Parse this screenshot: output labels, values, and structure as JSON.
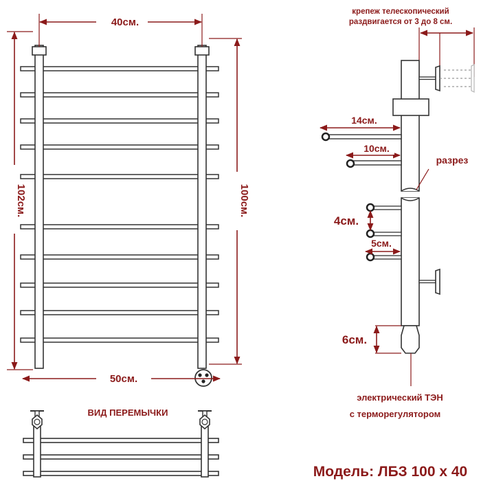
{
  "front_view": {
    "width_top_label": "40см.",
    "height_left_label": "102см.",
    "height_right_label": "100см.",
    "width_bottom_label": "50см.",
    "crossbar_count": 10
  },
  "top_view": {
    "title": "ВИД ПЕРЕМЫЧКИ"
  },
  "side_view": {
    "mount_note_line1": "крепеж телескопический",
    "mount_note_line2": "раздвигается от 3 до 8 см.",
    "dim_14": "14см.",
    "dim_10": "10см.",
    "section_label": "разрез",
    "dim_4": "4см.",
    "dim_5": "5см.",
    "dim_6": "6см.",
    "heater_line1": "электрический  ТЭН",
    "heater_line2": "с терморегулятором"
  },
  "model_label": "Модель: ЛБЗ 100 х 40",
  "colors": {
    "annotation": "#8b1a1a",
    "outline": "#333333"
  }
}
